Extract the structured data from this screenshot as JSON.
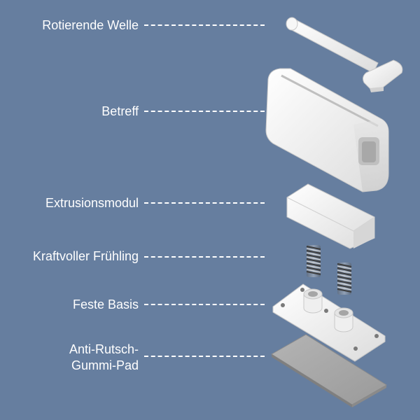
{
  "colors": {
    "background": "#667e9f",
    "label_text": "#ffffff",
    "part_white": "#f4f4f4",
    "pad_gray": "#a9a9a9"
  },
  "labels": {
    "rotating_shaft": "Rotierende Welle",
    "housing": "Betreff",
    "extrusion_module": "Extrusionsmodul",
    "spring": "Kraftvoller Frühling",
    "base": "Feste Basis",
    "pad_line1": "Anti-Rutsch-",
    "pad_line2": "Gummi-Pad"
  }
}
